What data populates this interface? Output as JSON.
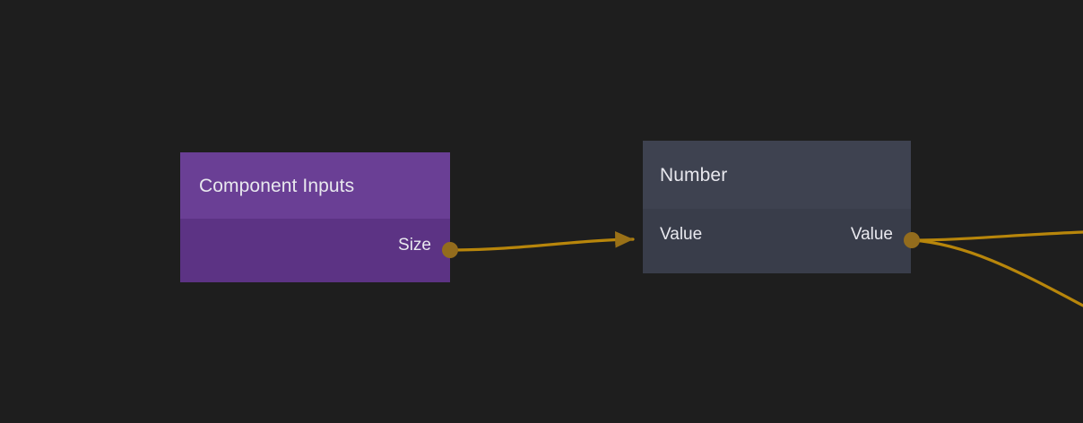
{
  "canvas": {
    "background_color": "#1e1e1e",
    "edge_color": "#b8860b",
    "port_color": "#936c1d"
  },
  "nodes": [
    {
      "id": "component-inputs",
      "title": "Component Inputs",
      "header_color": "#6a3f95",
      "body_color": "#5c3384",
      "outputs": [
        {
          "label": "Size"
        }
      ],
      "inputs": []
    },
    {
      "id": "number",
      "title": "Number",
      "header_color": "#3e4250",
      "body_color": "#393d4a",
      "inputs": [
        {
          "label": "Value"
        }
      ],
      "outputs": [
        {
          "label": "Value"
        }
      ]
    }
  ],
  "edges": [
    {
      "id": "size-to-value",
      "from_node": "component-inputs",
      "from_port": "Size",
      "to_node": "number",
      "to_port": "Value",
      "has_arrowhead": true
    },
    {
      "id": "value-out-upper",
      "from_node": "number",
      "from_port": "Value",
      "to_node": "offscreen-right-upper",
      "to_port": "",
      "has_arrowhead": false
    },
    {
      "id": "value-out-lower",
      "from_node": "number",
      "from_port": "Value",
      "to_node": "offscreen-right-lower",
      "to_port": "",
      "has_arrowhead": false
    }
  ]
}
